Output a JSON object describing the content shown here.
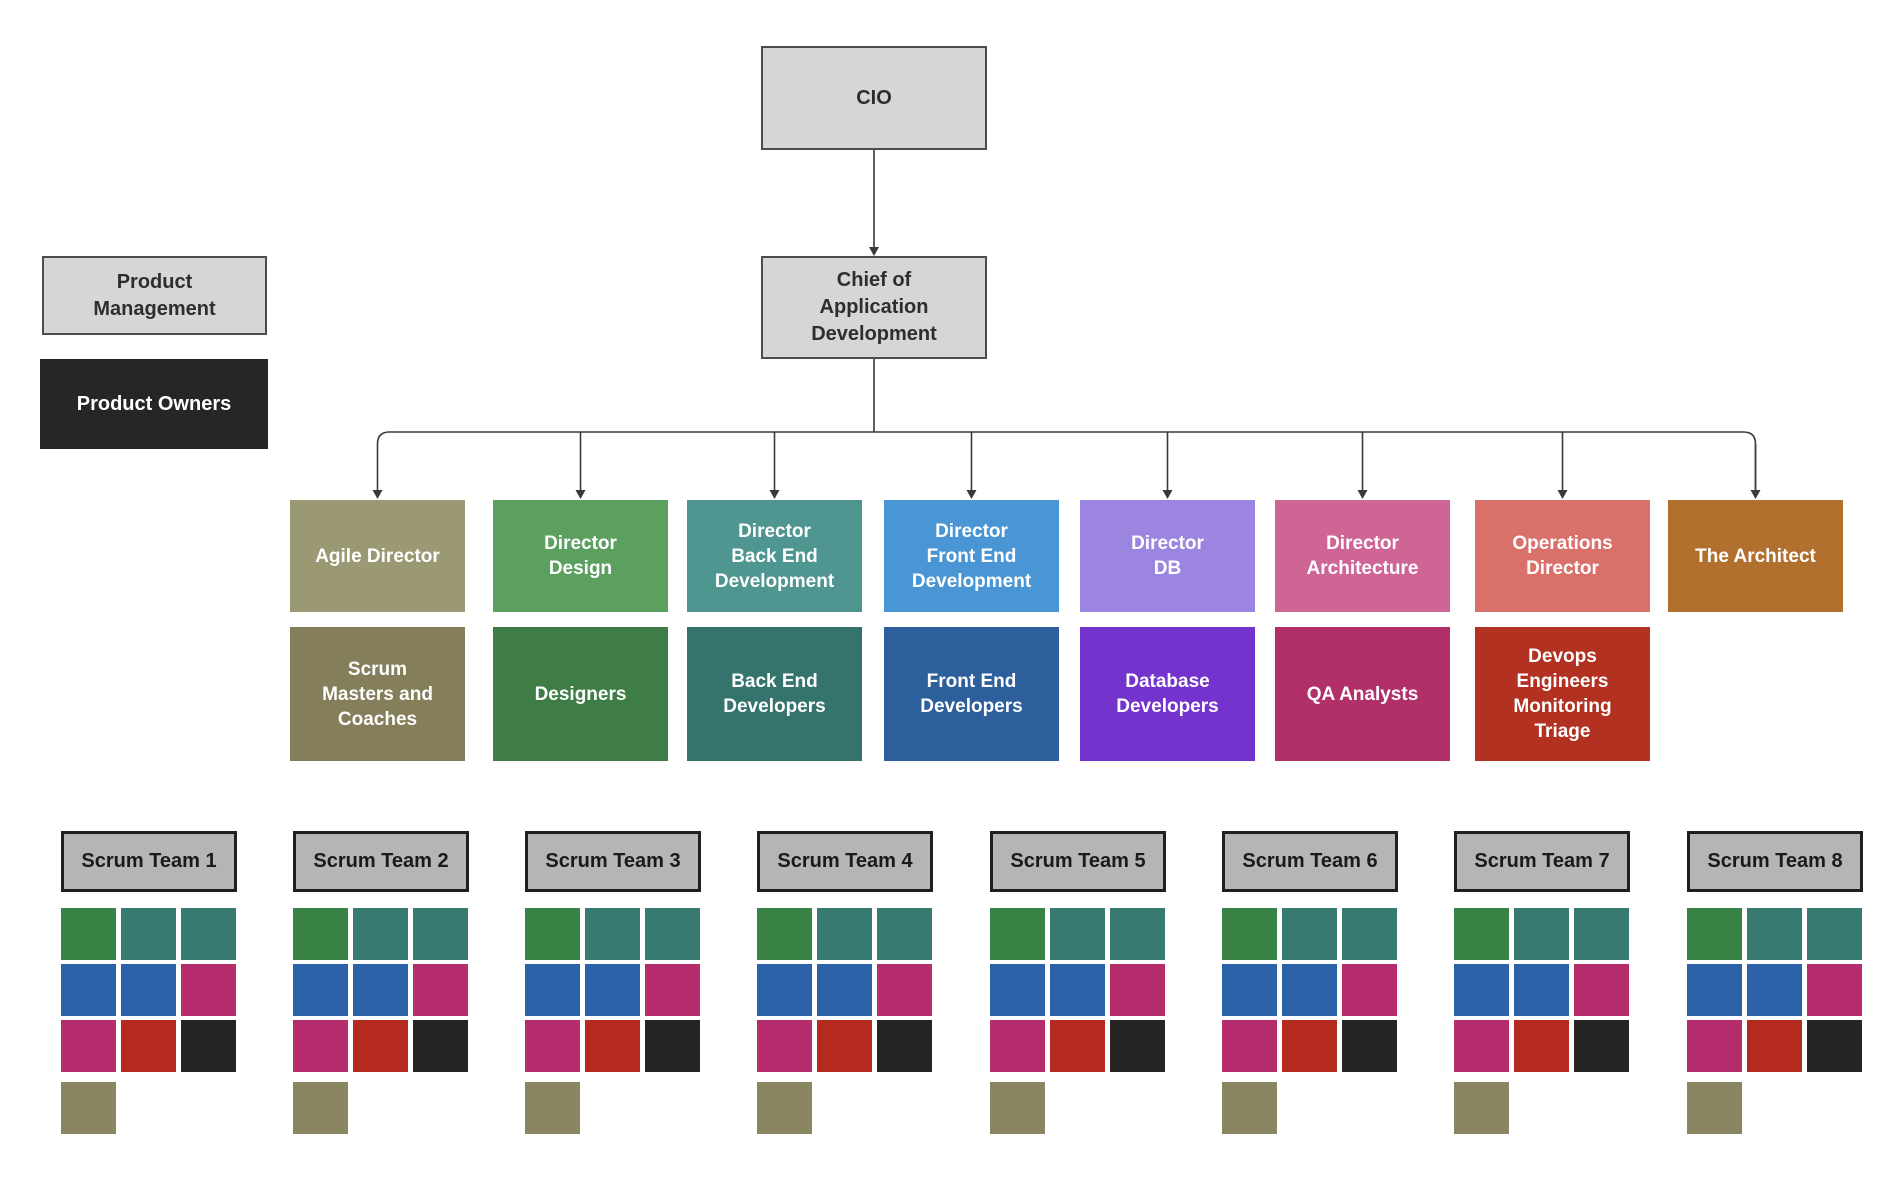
{
  "nodes": {
    "cio": "CIO",
    "chief": "Chief of\nApplication\nDevelopment",
    "product_management": "Product\nManagement",
    "product_owners": "Product Owners"
  },
  "directors": [
    {
      "label": "Agile Director",
      "color": "#9a9973"
    },
    {
      "label": "Director\nDesign",
      "color": "#5ba05f"
    },
    {
      "label": "Director\nBack End\nDevelopment",
      "color": "#4e968f"
    },
    {
      "label": "Director\nFront End\nDevelopment",
      "color": "#4a96d4"
    },
    {
      "label": "Director\nDB",
      "color": "#9b85e0"
    },
    {
      "label": "Director\nArchitecture",
      "color": "#cf6594"
    },
    {
      "label": "Operations\nDirector",
      "color": "#d9706a"
    },
    {
      "label": "The Architect",
      "color": "#b2702e"
    }
  ],
  "teams": [
    {
      "label": "Scrum\nMasters and\nCoaches",
      "color": "#847e5a"
    },
    {
      "label": "Designers",
      "color": "#3e7d46"
    },
    {
      "label": "Back End\nDevelopers",
      "color": "#35736d"
    },
    {
      "label": "Front End\nDevelopers",
      "color": "#2c5f9b"
    },
    {
      "label": "Database\nDevelopers",
      "color": "#7433cd"
    },
    {
      "label": "QA Analysts",
      "color": "#b13069"
    },
    {
      "label": "Devops\nEngineers\nMonitoring\nTriage",
      "color": "#b23120"
    }
  ],
  "scrum_teams": [
    "Scrum Team 1",
    "Scrum Team 2",
    "Scrum Team 3",
    "Scrum Team 4",
    "Scrum Team 5",
    "Scrum Team 6",
    "Scrum Team 7",
    "Scrum Team 8"
  ],
  "team_member_grid": [
    [
      "designer",
      "backend_developer",
      "backend_developer"
    ],
    [
      "frontend_developer",
      "frontend_developer",
      "qa_analyst"
    ],
    [
      "qa_analyst",
      "devops_engineer",
      "product_owner"
    ],
    [
      "scrum_master"
    ]
  ],
  "member_colors": {
    "designer": "#398347",
    "backend_developer": "#377a72",
    "frontend_developer": "#2c62a8",
    "qa_analyst": "#b52d6c",
    "devops_engineer": "#b42a1f",
    "product_owner": "#252525",
    "scrum_master": "#8a8662"
  },
  "styles": {
    "canvas_bg": "#ffffff",
    "top_box_fill": "#d6d6d6",
    "top_box_border": "#4d4d4d",
    "top_box_text": "#2e2e2e",
    "owner_box_fill": "#262626",
    "owner_box_text": "#ffffff",
    "scrum_header_fill": "#b5b5b5",
    "scrum_header_border": "#1f1f1f",
    "connector_color": "#3a3a3a"
  }
}
